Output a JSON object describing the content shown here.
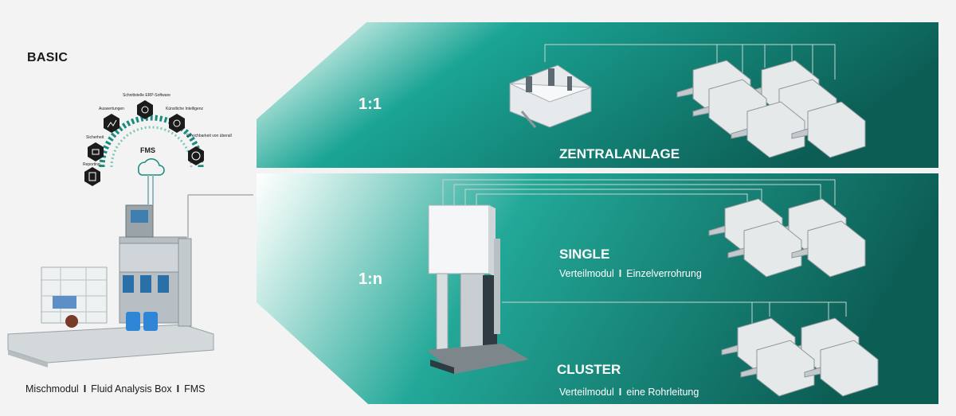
{
  "basic": {
    "title": "BASIC",
    "caption": [
      "Mischmodul",
      "Fluid Analysis Box",
      "FMS"
    ],
    "separator": "I"
  },
  "fms": {
    "center_label": "FMS",
    "features": [
      {
        "label": "Reporting",
        "icon": "clipboard-icon"
      },
      {
        "label": "Sicherheit",
        "icon": "lock-icon"
      },
      {
        "label": "Auswertungen",
        "icon": "chart-icon"
      },
      {
        "label": "Schnittstelle ERP-Software",
        "icon": "network-icon"
      },
      {
        "label": "Künstliche Intelligenz",
        "icon": "brain-icon"
      },
      {
        "label": "Erreichbarkeit von überall",
        "icon": "globe-icon"
      }
    ]
  },
  "top_panel": {
    "ratio": "1:1",
    "heading": "ZENTRALANLAGE"
  },
  "bottom_panel": {
    "ratio": "1:n",
    "single": {
      "heading": "SINGLE",
      "sub": [
        "Verteilmodul",
        "Einzelverrohrung"
      ]
    },
    "cluster": {
      "heading": "CLUSTER",
      "sub": [
        "Verteilmodul",
        "eine Rohrleitung"
      ]
    },
    "separator": "I"
  },
  "colors": {
    "teal_light": "#8fd3c6",
    "teal": "#1a9a8a",
    "teal_dark": "#0f6b5e",
    "background": "#f3f3f3"
  }
}
